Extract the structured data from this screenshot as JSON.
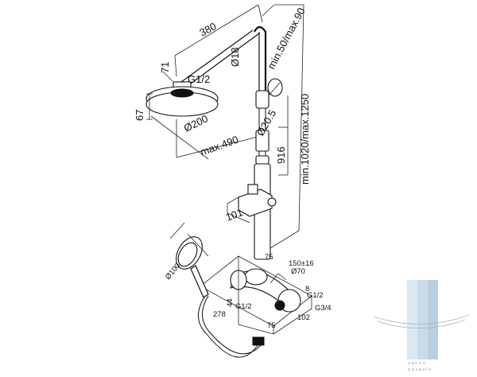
{
  "dimensions": {
    "d380": "380",
    "d71": "71",
    "g12_top": "G1/2",
    "d18": "Ø18",
    "minmax90": "min.50/max.90",
    "minmax1250": "min.1020/max.1250",
    "d67": "67",
    "d200": "Ø200",
    "max490": "max.490",
    "d205": "Ø20.5",
    "d916": "916",
    "d101": "101",
    "d100": "Ø100",
    "d75_top": "75",
    "d150": "150±16",
    "d70": "Ø70",
    "g12_right": "G1/2",
    "d8": "8",
    "g34": "G3/4",
    "d44": "44",
    "g12_bottom": "G1/2",
    "d278": "278",
    "d75_bottom": "75",
    "d102": "102"
  },
  "watermark": {
    "text_top": "vannu",
    "text_bottom": "pasaule",
    "colors": {
      "light": "#dbe8f1",
      "mid": "#b9cfdf"
    }
  }
}
